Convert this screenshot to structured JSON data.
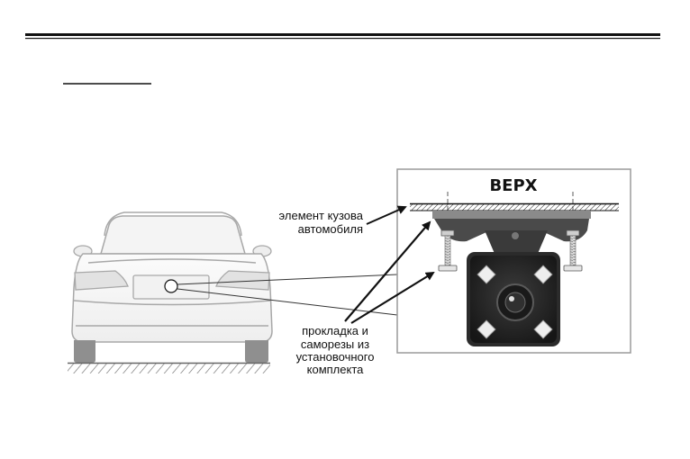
{
  "diagram": {
    "top_label": "ВЕРХ",
    "body_label": [
      "элемент кузова",
      "автомобиля"
    ],
    "kit_label": [
      "прокладка и",
      "саморезы из",
      "установочного",
      "комплекта"
    ]
  },
  "colors": {
    "camera": "#2b2b2b",
    "bracket": "#4a4a4a",
    "car_line": "#a8a8a8"
  }
}
